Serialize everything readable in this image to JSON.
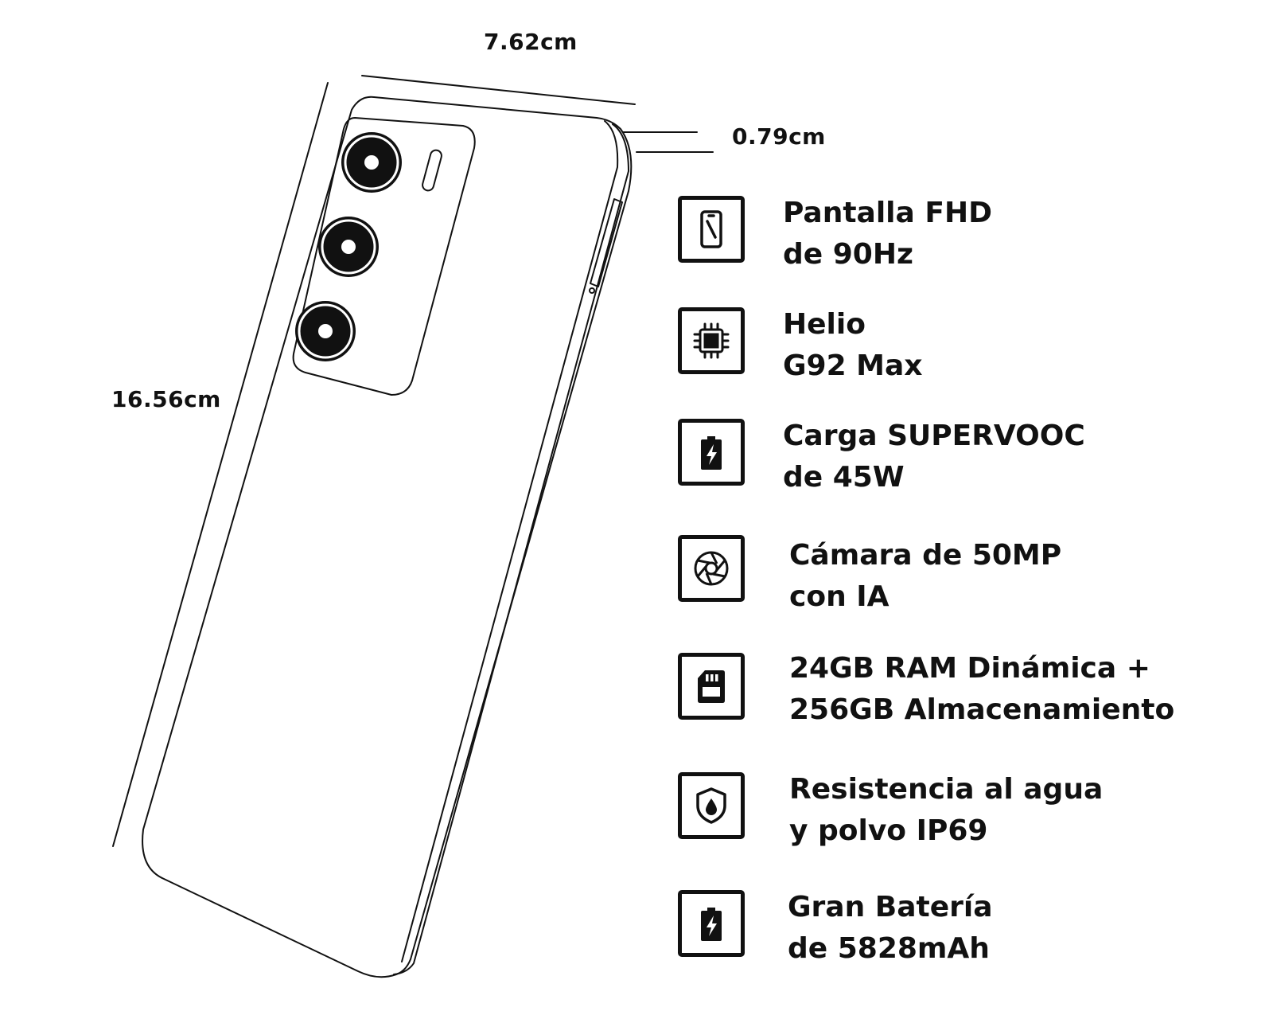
{
  "dimensions": {
    "width": "7.62cm",
    "thickness": "0.79cm",
    "height": "16.56cm"
  },
  "features": [
    {
      "icon": "smartphone-screen-icon",
      "line1": "Pantalla FHD",
      "line2": "de 90Hz"
    },
    {
      "icon": "processor-chip-icon",
      "line1": "Helio",
      "line2": "G92 Max"
    },
    {
      "icon": "charging-battery-icon",
      "line1": "Carga SUPERVOOC",
      "line2": "de 45W"
    },
    {
      "icon": "camera-aperture-icon",
      "line1": "Cámara de 50MP",
      "line2": "con IA"
    },
    {
      "icon": "memory-card-icon",
      "line1": "24GB RAM Dinámica +",
      "line2": "256GB Almacenamiento"
    },
    {
      "icon": "water-resistance-shield-icon",
      "line1": "Resistencia al agua",
      "line2": "y polvo IP69"
    },
    {
      "icon": "battery-icon",
      "line1": "Gran Batería",
      "line2": "de 5828mAh"
    }
  ]
}
